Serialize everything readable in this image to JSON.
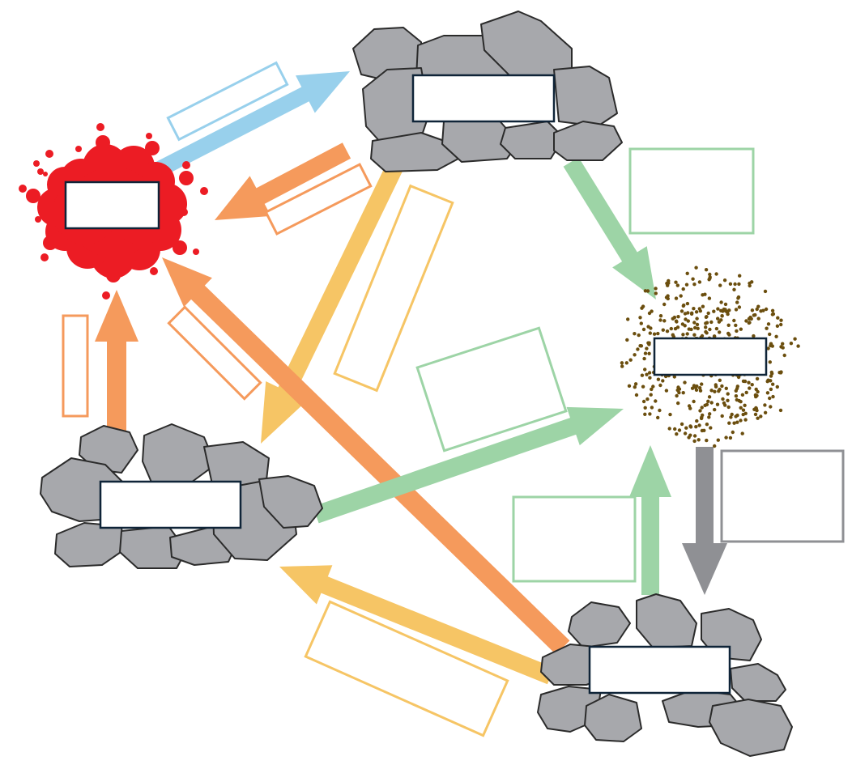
{
  "title": "",
  "colors": {
    "background": "#ffffff",
    "rock_fill": "#a7a8ac",
    "rock_stroke": "#2b2b2b",
    "label_border": "#0f2438",
    "magma_red": "#ec1c24",
    "sediment_brown": "#6b4e0e",
    "blue": "#98d0ec",
    "orange": "#f59a5c",
    "yellow": "#f6c565",
    "green": "#9dd4a6",
    "gray": "#8f9094"
  },
  "nodes": [
    {
      "id": "magma",
      "type": "magma-splat",
      "label": ""
    },
    {
      "id": "rock-top",
      "type": "rock-pile",
      "label": ""
    },
    {
      "id": "sediment",
      "type": "sediment-dots",
      "label": ""
    },
    {
      "id": "rock-left",
      "type": "rock-pile",
      "label": ""
    },
    {
      "id": "rock-bottom-right",
      "type": "rock-pile",
      "label": ""
    }
  ],
  "arrows": [
    {
      "id": "magma-to-rock-top",
      "from": "magma",
      "to": "rock-top",
      "color": "blue",
      "label": ""
    },
    {
      "id": "rock-top-to-magma",
      "from": "rock-top",
      "to": "magma",
      "color": "orange",
      "label": ""
    },
    {
      "id": "rock-top-to-rock-left",
      "from": "rock-top",
      "to": "rock-left",
      "color": "yellow",
      "label": ""
    },
    {
      "id": "rock-top-to-sediment",
      "from": "rock-top",
      "to": "sediment",
      "color": "green",
      "label": ""
    },
    {
      "id": "rock-left-to-magma",
      "from": "rock-left",
      "to": "magma",
      "color": "orange",
      "label": ""
    },
    {
      "id": "rock-bottom-right-to-magma",
      "from": "rock-bottom-right",
      "to": "magma",
      "color": "orange",
      "label": ""
    },
    {
      "id": "rock-left-to-sediment",
      "from": "rock-left",
      "to": "sediment",
      "color": "green",
      "label": ""
    },
    {
      "id": "rock-bottom-right-to-sediment",
      "from": "rock-bottom-right",
      "to": "sediment",
      "color": "green",
      "label": ""
    },
    {
      "id": "sediment-to-rock-bottom-right",
      "from": "sediment",
      "to": "rock-bottom-right",
      "color": "gray",
      "label": ""
    },
    {
      "id": "rock-bottom-right-to-rock-left",
      "from": "rock-bottom-right",
      "to": "rock-left",
      "color": "yellow",
      "label": ""
    }
  ]
}
